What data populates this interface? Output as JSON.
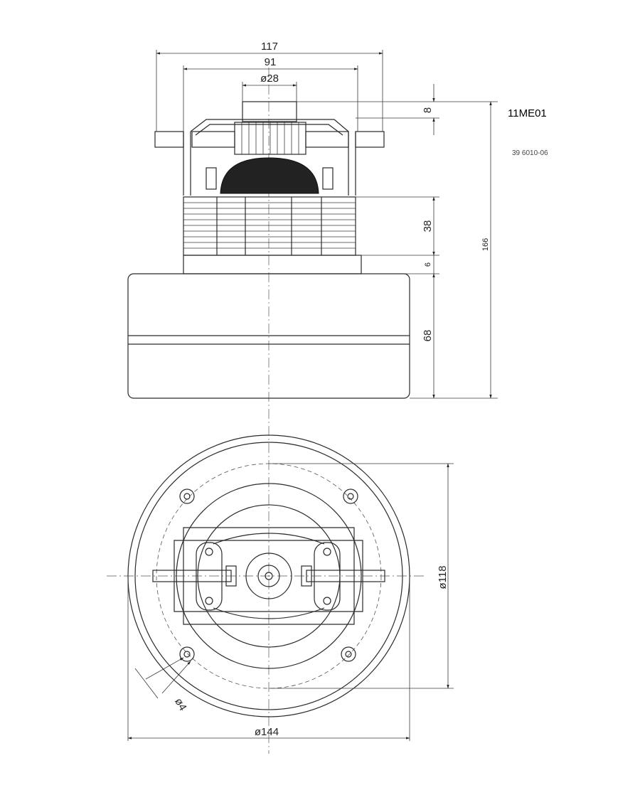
{
  "drawing": {
    "model": "11ME01",
    "code": "39 6010-06"
  },
  "dimensions": {
    "overall_width": "117",
    "inner_width": "91",
    "shaft_diameter": "ø28",
    "top_height": "8",
    "stack_height": "38",
    "gap_height": "6",
    "fan_height": "68",
    "total_height": "166",
    "bolt_circle": "ø118",
    "hole_diameter": "ø4",
    "outer_diameter": "ø144"
  }
}
